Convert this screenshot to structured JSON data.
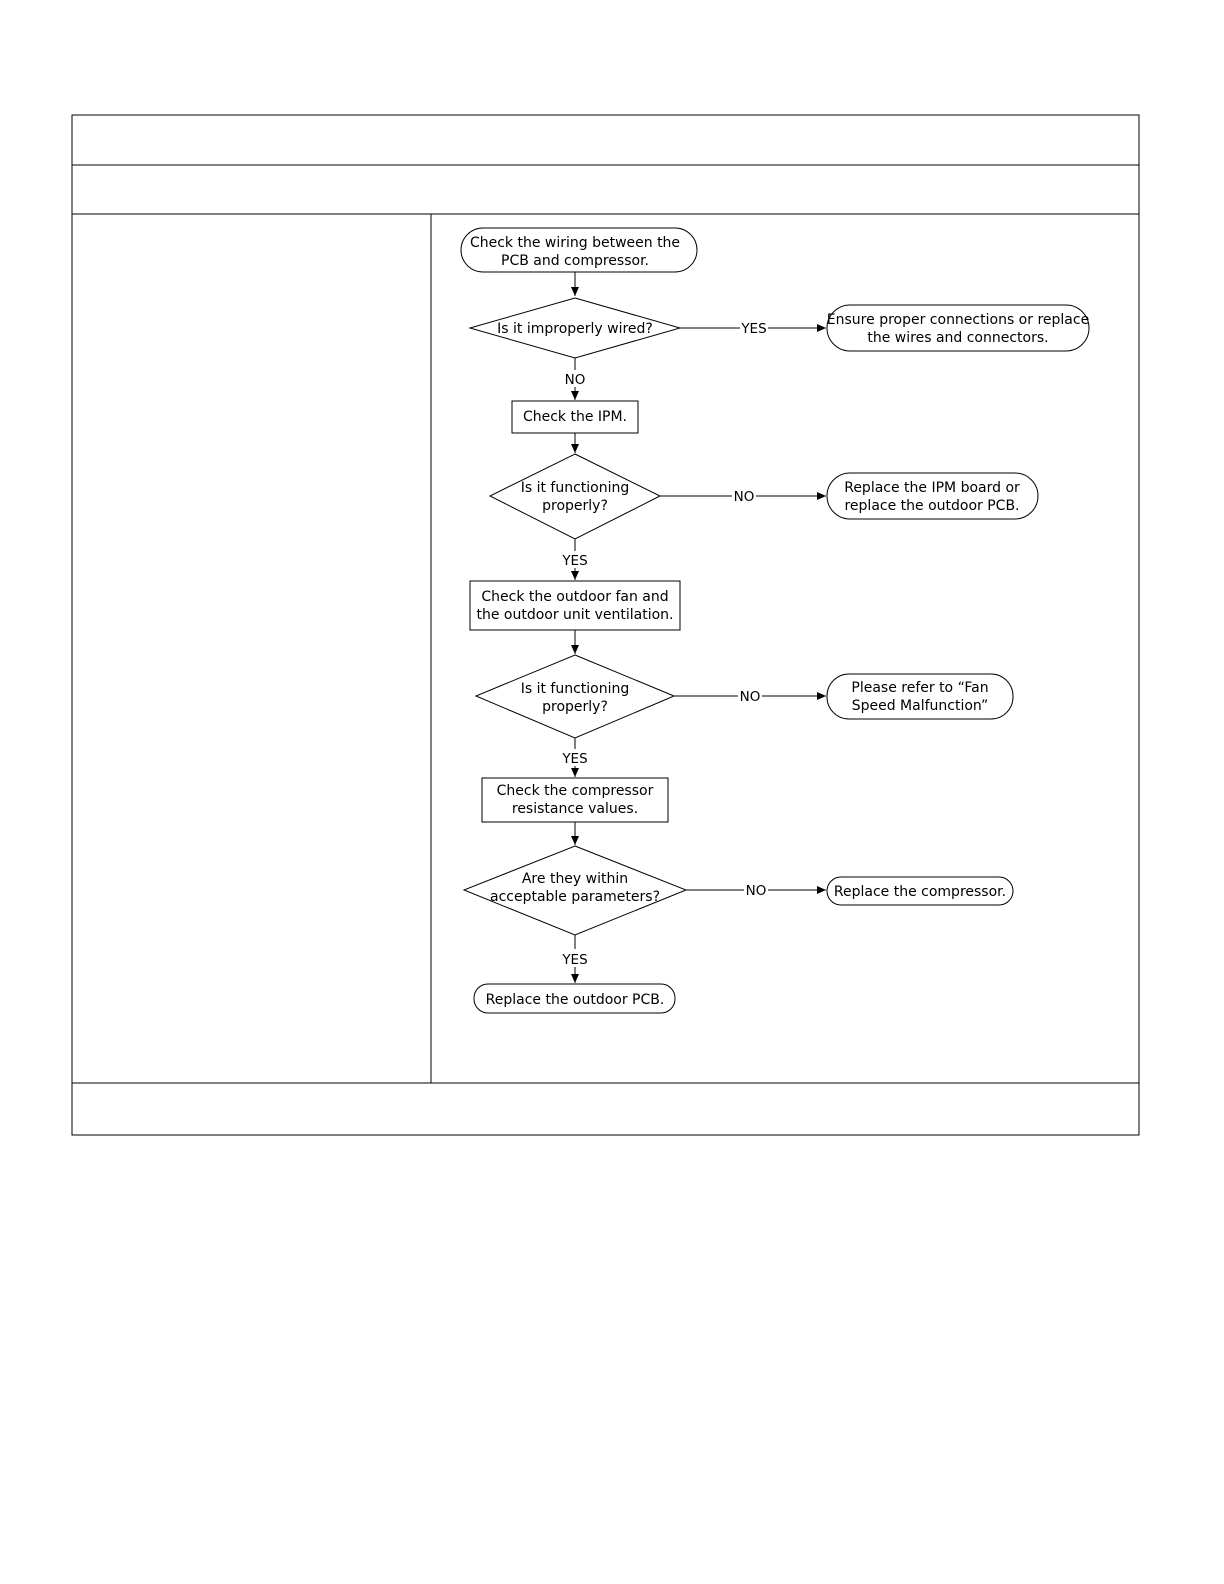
{
  "flowchart": {
    "start": {
      "line1": "Check the wiring between the",
      "line2": "PCB and compressor."
    },
    "q_wired": {
      "text": "Is it improperly wired?"
    },
    "fix_wiring": {
      "line1": "Ensure proper connections or replace",
      "line2": "the wires and connectors."
    },
    "check_ipm": {
      "text": "Check the IPM."
    },
    "q_ipm": {
      "line1": "Is it functioning",
      "line2": "properly?"
    },
    "fix_ipm": {
      "line1": "Replace the IPM board or",
      "line2": "replace the outdoor PCB."
    },
    "check_fan": {
      "line1": "Check the outdoor fan and",
      "line2": "the outdoor unit ventilation."
    },
    "q_fan": {
      "line1": "Is it functioning",
      "line2": "properly?"
    },
    "fix_fan": {
      "line1": "Please refer to “Fan",
      "line2": "Speed Malfunction”"
    },
    "check_comp": {
      "line1": "Check the compressor",
      "line2": "resistance values."
    },
    "q_comp": {
      "line1": "Are they within",
      "line2": "acceptable parameters?"
    },
    "fix_comp": {
      "text": "Replace the compressor."
    },
    "end": {
      "text": "Replace the outdoor PCB."
    }
  },
  "branch_labels": {
    "wired_yes": "YES",
    "wired_no": "NO",
    "ipm_no": "NO",
    "ipm_yes": "YES",
    "fan_no": "NO",
    "fan_yes": "YES",
    "comp_no": "NO",
    "comp_yes": "YES"
  }
}
